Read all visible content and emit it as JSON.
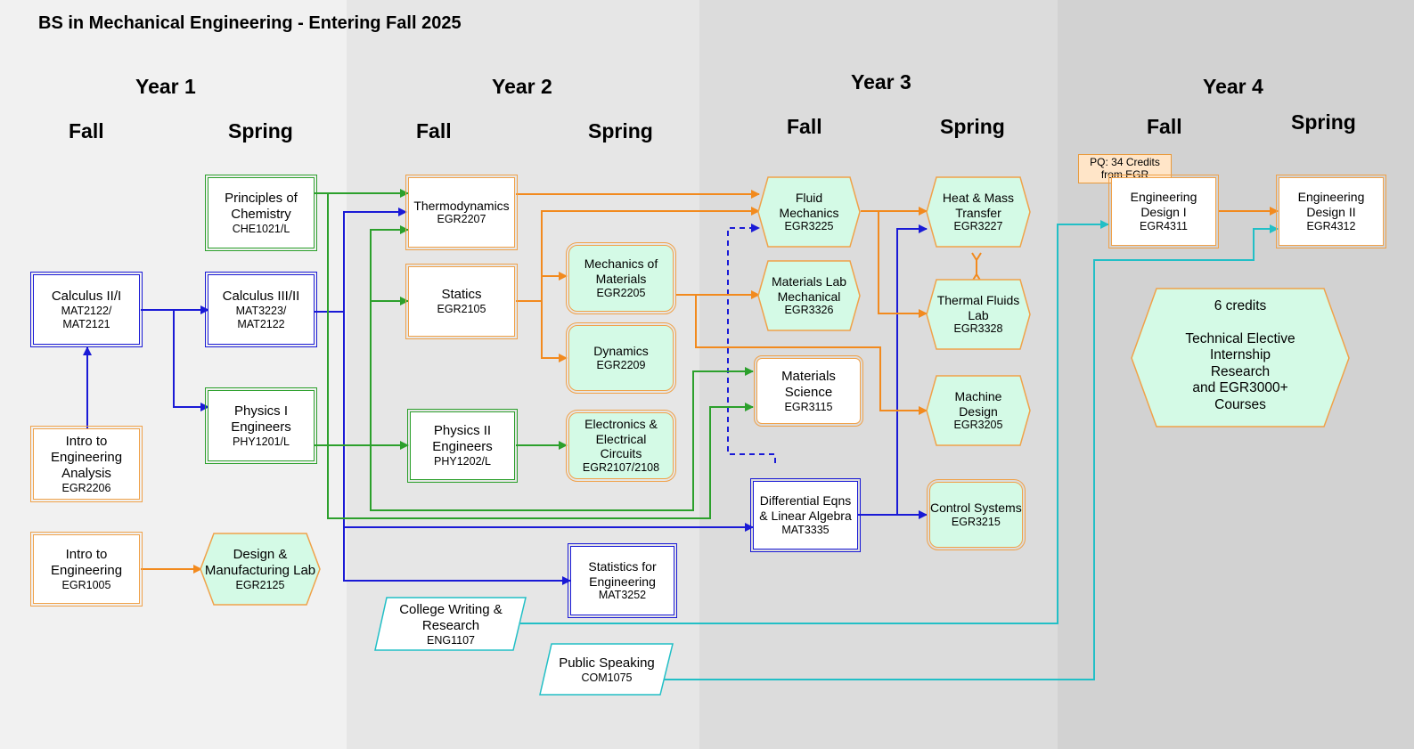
{
  "title": "BS in Mechanical Engineering - Entering Fall 2025",
  "years": [
    "Year 1",
    "Year 2",
    "Year 3",
    "Year 4"
  ],
  "semesters": {
    "fall": "Fall",
    "spring": "Spring"
  },
  "pq_note": {
    "line1": "PQ: 34 Credits",
    "line2": "from EGR"
  },
  "courses": {
    "calc2": {
      "name": "Calculus II/I",
      "code": "MAT2122/\nMAT2121"
    },
    "intro_analysis": {
      "name": "Intro to\nEngineering\nAnalysis",
      "code": "EGR2206"
    },
    "intro_eng": {
      "name": "Intro to\nEngineering",
      "code": "EGR1005"
    },
    "chem": {
      "name": "Principles of\nChemistry",
      "code": "CHE1021/L"
    },
    "calc3": {
      "name": "Calculus III/II",
      "code": "MAT3223/\nMAT2122"
    },
    "phys1": {
      "name": "Physics I\nEngineers",
      "code": "PHY1201/L"
    },
    "design_mfg": {
      "name": "Design &\nManufacturing Lab",
      "code": "EGR2125"
    },
    "thermo": {
      "name": "Thermodynamics",
      "code": "EGR2207"
    },
    "statics": {
      "name": "Statics",
      "code": "EGR2105"
    },
    "phys2": {
      "name": "Physics II\nEngineers",
      "code": "PHY1202/L"
    },
    "college_writing": {
      "name": "College Writing &\nResearch",
      "code": "ENG1107"
    },
    "mech_materials": {
      "name": "Mechanics of\nMaterials",
      "code": "EGR2205"
    },
    "dynamics": {
      "name": "Dynamics",
      "code": "EGR2209"
    },
    "electronics": {
      "name": "Electronics &\nElectrical\nCircuits",
      "code": "EGR2107/2108"
    },
    "statistics": {
      "name": "Statistics for\nEngineering",
      "code": "MAT3252"
    },
    "public_speaking": {
      "name": "Public Speaking",
      "code": "COM1075"
    },
    "fluid_mech": {
      "name": "Fluid\nMechanics",
      "code": "EGR3225"
    },
    "mat_lab": {
      "name": "Materials Lab\nMechanical",
      "code": "EGR3326"
    },
    "mat_science": {
      "name": "Materials\nScience",
      "code": "EGR3115"
    },
    "diff_eqns": {
      "name": "Differential Eqns\n& Linear Algebra",
      "code": "MAT3335"
    },
    "heat_mass": {
      "name": "Heat & Mass\nTransfer",
      "code": "EGR3227"
    },
    "thermal_lab": {
      "name": "Thermal Fluids\nLab",
      "code": "EGR3328"
    },
    "machine_design": {
      "name": "Machine\nDesign",
      "code": "EGR3205"
    },
    "controls": {
      "name": "Control Systems",
      "code": "EGR3215"
    },
    "design1": {
      "name": "Engineering\nDesign I",
      "code": "EGR4311"
    },
    "design2": {
      "name": "Engineering\nDesign II",
      "code": "EGR4312"
    }
  },
  "electives": {
    "credits": "6 credits",
    "lines": "Technical Elective\nInternship\nResearch\nand EGR3000+\nCourses"
  },
  "colors": {
    "blue": "#1a1ad6",
    "green": "#2ca02c",
    "orange": "#f28a1e",
    "cyan": "#22bfc6",
    "mint": "#d4fae6"
  }
}
